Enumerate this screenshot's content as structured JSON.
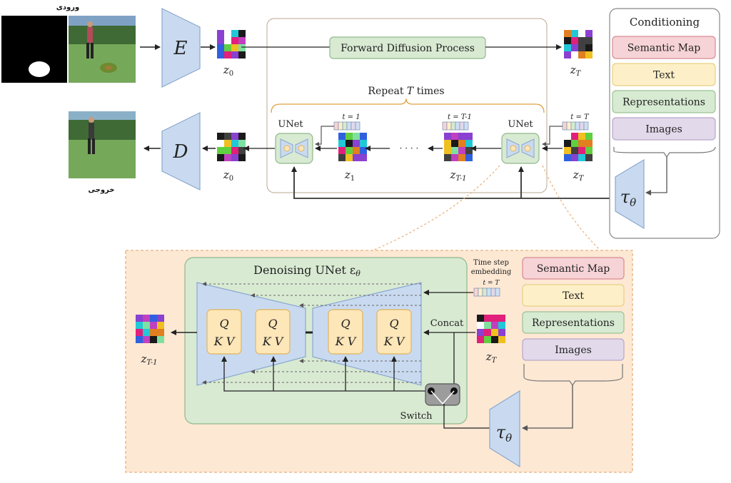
{
  "inputs": {
    "input_label": "ورودی",
    "output_label": "خروجی"
  },
  "encoder": {
    "symbol": "E"
  },
  "decoder": {
    "symbol": "D"
  },
  "latents": {
    "z0_top": "z",
    "z0_top_sub": "0",
    "zT_top": "z",
    "zT_top_sub": "T",
    "z0_bottom": "z",
    "z0_bottom_sub": "0",
    "z1": "z",
    "z1_sub": "1",
    "zT1": "z",
    "zT1_sub": "T-1",
    "zT_bottom": "z",
    "zT_bottom_sub": "T",
    "zT_detail": "z",
    "zT_detail_sub": "T",
    "zT1_detail": "z",
    "zT1_detail_sub": "T-1"
  },
  "diffusion": {
    "forward_label": "Forward Diffusion Process",
    "repeat_prefix": "Repeat ",
    "repeat_var": "T",
    "repeat_suffix": " times",
    "unet_left": "UNet",
    "unet_right": "UNet",
    "t1": "t = 1",
    "tT1": "t = T-1",
    "tT": "t = T",
    "ellipsis": "· · · ·"
  },
  "conditioning": {
    "title": "Conditioning",
    "items": [
      {
        "label": "Semantic Map",
        "fill": "#f6d3d6",
        "stroke": "#d98a93"
      },
      {
        "label": "Text",
        "fill": "#fdf0c8",
        "stroke": "#e8cf85"
      },
      {
        "label": "Representations",
        "fill": "#d7ead2",
        "stroke": "#9cc394"
      },
      {
        "label": "Images",
        "fill": "#e2d9ea",
        "stroke": "#b8a7c9"
      }
    ],
    "tau": "τ",
    "tau_sub": "θ"
  },
  "detail": {
    "title": "Denoising UNet ε",
    "title_sub": "θ",
    "timestep_line1": "Time step",
    "timestep_line2": "embedding",
    "timestep_t": "t = T",
    "concat": "Concat",
    "switch": "Switch",
    "qkv_q": "Q",
    "qkv_kv": "K V",
    "items": [
      {
        "label": "Semantic Map",
        "fill": "#f6d3d6",
        "stroke": "#d98a93"
      },
      {
        "label": "Text",
        "fill": "#fdf0c8",
        "stroke": "#e8cf85"
      },
      {
        "label": "Representations",
        "fill": "#d7ead2",
        "stroke": "#9cc394"
      },
      {
        "label": "Images",
        "fill": "#e2d9ea",
        "stroke": "#b8a7c9"
      }
    ],
    "tau": "τ",
    "tau_sub": "θ"
  },
  "colors": {
    "trapezoid": "#c9daf0",
    "trapezoid_stroke": "#8aa8cf",
    "green_panel": "#d9ead3",
    "green_stroke": "#8fb98a",
    "detail_bg": "#fde8d4",
    "detail_stroke": "#e8b07a",
    "qkv_fill": "#fde6b8",
    "qkv_stroke": "#e0b55a"
  }
}
